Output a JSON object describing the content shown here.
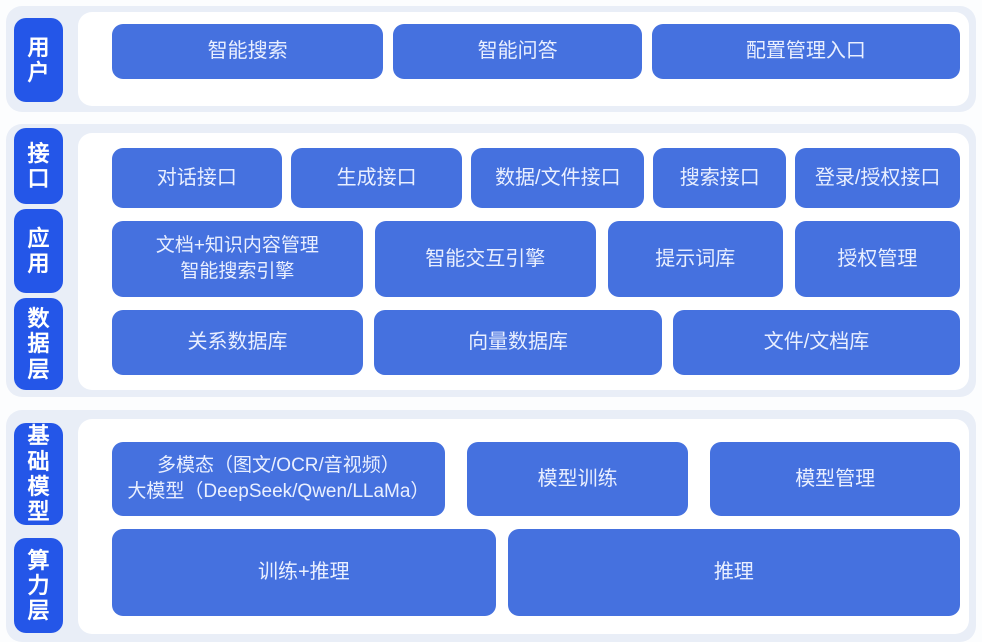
{
  "colors": {
    "tab_blue": "#2456e8",
    "block_blue": "#4571df",
    "band_background": "#e9eef7",
    "panel_background": "#ffffff",
    "block_text": "#e9efff",
    "page_background": "#fcfdfe"
  },
  "sections": [
    {
      "name": "user-layer",
      "tabs": [
        {
          "label": "用户"
        }
      ],
      "rows": [
        {
          "blocks": [
            {
              "label": "智能搜索"
            },
            {
              "label": "智能问答"
            },
            {
              "label": "配置管理入口"
            }
          ]
        }
      ]
    },
    {
      "name": "interface-application-data-layers",
      "tabs": [
        {
          "label": "接口"
        },
        {
          "label": "应用"
        },
        {
          "label": "数据层"
        }
      ],
      "rows": [
        {
          "blocks": [
            {
              "label": "对话接口"
            },
            {
              "label": "生成接口"
            },
            {
              "label": "数据/文件接口"
            },
            {
              "label": "搜索接口"
            },
            {
              "label": "登录/授权接口"
            }
          ]
        },
        {
          "blocks": [
            {
              "label": "文档+知识内容管理\n智能搜索引擎"
            },
            {
              "label": "智能交互引擎"
            },
            {
              "label": "提示词库"
            },
            {
              "label": "授权管理"
            }
          ]
        },
        {
          "blocks": [
            {
              "label": "关系数据库"
            },
            {
              "label": "向量数据库"
            },
            {
              "label": "文件/文档库"
            }
          ]
        }
      ]
    },
    {
      "name": "foundation-model-compute-layers",
      "tabs": [
        {
          "label": "基础模型"
        },
        {
          "label": "算力层"
        }
      ],
      "rows": [
        {
          "blocks": [
            {
              "label": "多模态（图文/OCR/音视频）\n大模型（DeepSeek/Qwen/LLaMa）"
            },
            {
              "label": "模型训练"
            },
            {
              "label": "模型管理"
            }
          ]
        },
        {
          "blocks": [
            {
              "label": "训练+推理"
            },
            {
              "label": "推理"
            }
          ]
        }
      ]
    }
  ]
}
